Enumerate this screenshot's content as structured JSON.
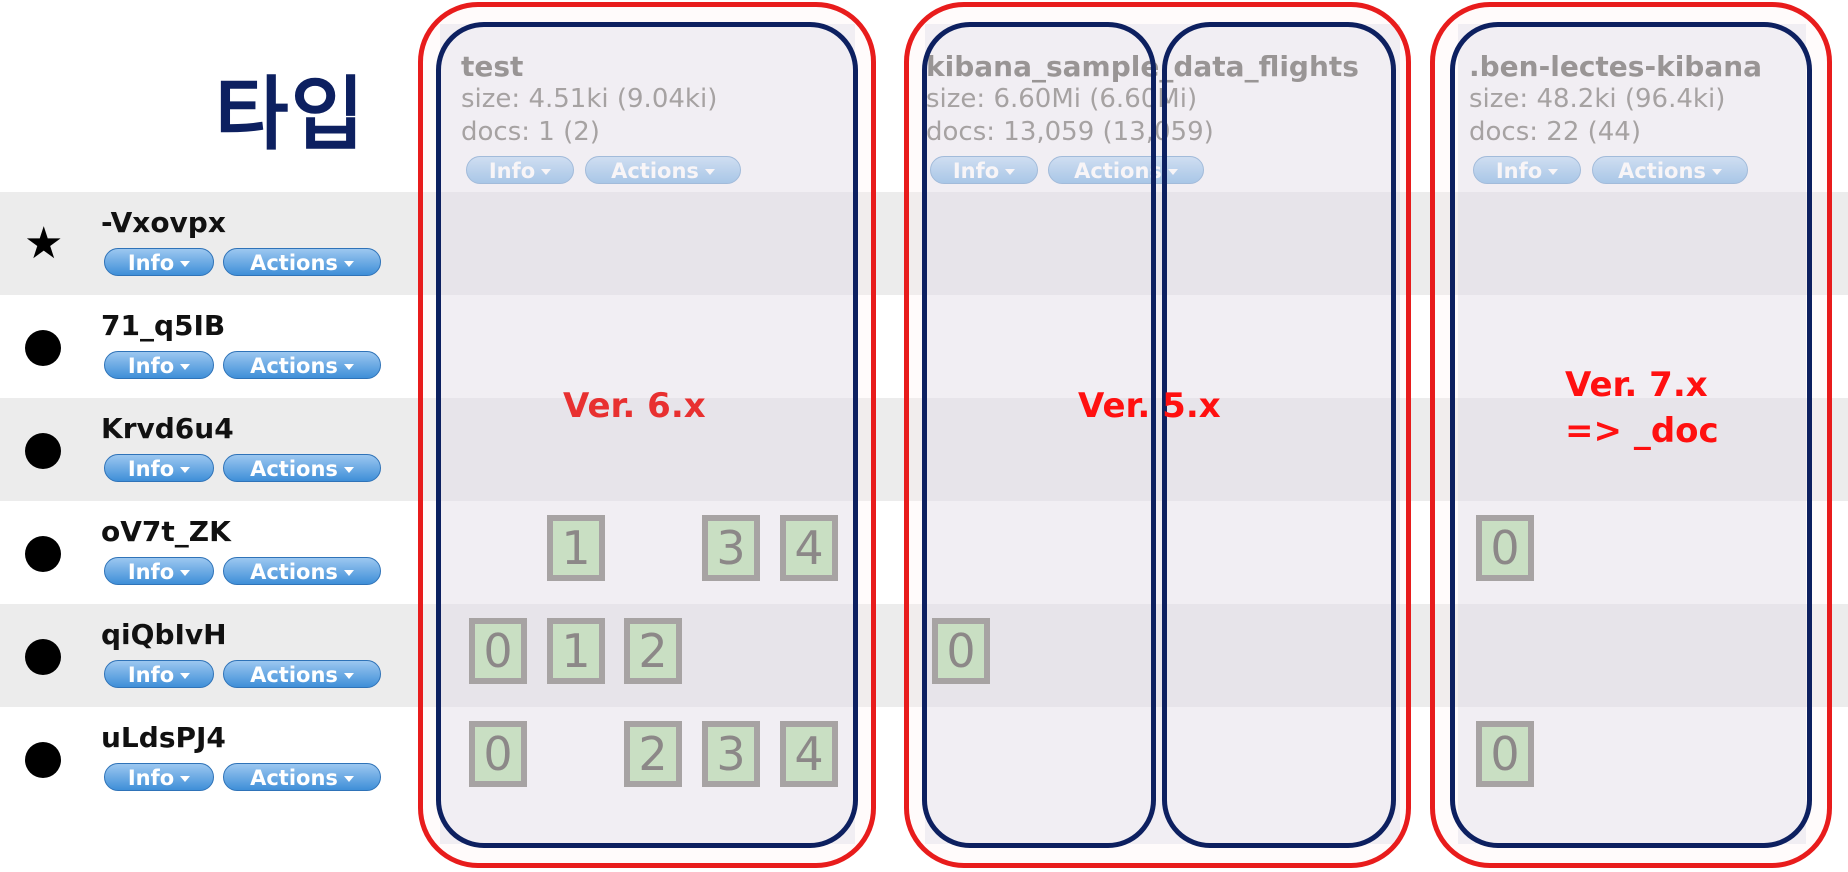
{
  "header": {
    "title": "타입"
  },
  "buttons": {
    "info": "Info",
    "actions": "Actions"
  },
  "nodes": [
    {
      "name": "-Vxovpx",
      "icon": "star-icon",
      "master": true
    },
    {
      "name": "71_q5IB",
      "icon": "circle-icon",
      "master": false
    },
    {
      "name": "Krvd6u4",
      "icon": "circle-icon",
      "master": false
    },
    {
      "name": "oV7t_ZK",
      "icon": "circle-icon",
      "master": false
    },
    {
      "name": "qiQbIvH",
      "icon": "circle-icon",
      "master": false
    },
    {
      "name": "uLdsPJ4",
      "icon": "circle-icon",
      "master": false
    }
  ],
  "indices": [
    {
      "name": "test",
      "size": "size: 4.51ki (9.04ki)",
      "docs": "docs: 1 (2)"
    },
    {
      "name": "kibana_sample_data_flights",
      "size": "size: 6.60Mi (6.60Mi)",
      "docs": "docs: 13,059 (13,059)"
    },
    {
      "name": ".ben-lectes-kibana",
      "size": "size: 48.2ki (96.4ki)",
      "docs": "docs: 22 (44)"
    }
  ],
  "shards": {
    "test": {
      "oV7t_ZK": [
        "1",
        "3",
        "4"
      ],
      "qiQbIvH": [
        "0",
        "1",
        "2"
      ],
      "uLdsPJ4": [
        "0",
        "2",
        "3",
        "4"
      ]
    },
    "kibana_sample_data_flights": {
      "qiQbIvH": [
        "0"
      ]
    },
    ".ben-lectes-kibana": {
      "oV7t_ZK": [
        "0"
      ],
      "uLdsPJ4": [
        "0"
      ]
    }
  },
  "annotations": {
    "v6": "Ver. 6.x",
    "v5": "Ver. 5.x",
    "v7_line1": "Ver. 7.x",
    "v7_line2": "=> _doc"
  },
  "colors": {
    "annotation_red": "#e81c1c",
    "type_outline_navy": "#0d2060",
    "shard_green": "#b7dab4",
    "button_blue": "#3f8fd8"
  }
}
